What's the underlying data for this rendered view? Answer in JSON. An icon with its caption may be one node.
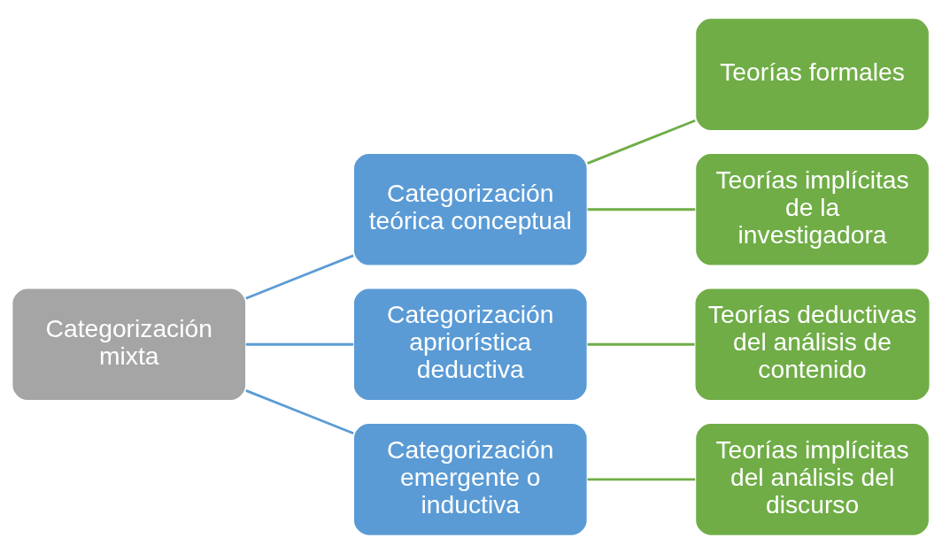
{
  "diagram": {
    "nodes": [
      {
        "text": [
          "Categorización mixta"
        ]
      },
      {
        "text": [
          "Categorización teórica conceptual"
        ]
      },
      {
        "text": [
          "Categorización apriorística deductiva"
        ]
      },
      {
        "text": [
          "Categorización emergente o inductiva"
        ]
      },
      {
        "text": [
          "Teorías formales"
        ]
      },
      {
        "text": [
          "Teorías implícitas de la investigadora"
        ]
      },
      {
        "text": [
          "Teorías deductivas del análisis de contenido"
        ]
      },
      {
        "text": [
          "Teorías implícitas del análisis del discurso"
        ]
      }
    ],
    "edges": [
      {
        "from": 0,
        "to": 1,
        "arrow": "none",
        "color": "#5b9bd5"
      },
      {
        "from": 0,
        "to": 2,
        "arrow": "none",
        "color": "#5b9bd5"
      },
      {
        "from": 0,
        "to": 3,
        "arrow": "none",
        "color": "#5b9bd5"
      },
      {
        "from": 1,
        "to": 4,
        "arrow": "none"
      },
      {
        "from": 1,
        "to": 5,
        "arrow": "none"
      },
      {
        "from": 2,
        "to": 6,
        "arrow": "none"
      },
      {
        "from": 3,
        "to": 7,
        "arrow": "none"
      }
    ]
  }
}
